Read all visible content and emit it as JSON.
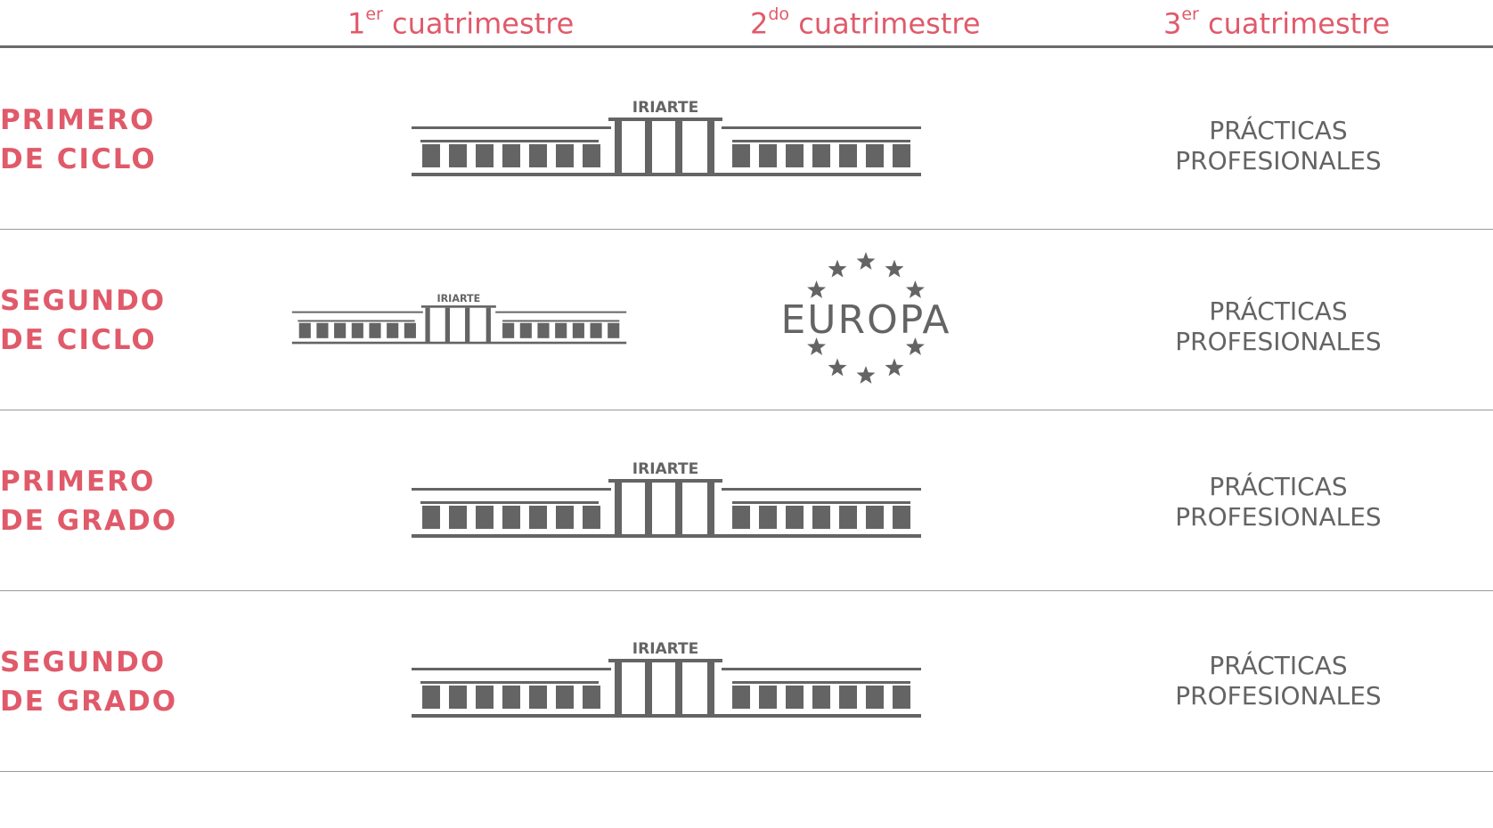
{
  "colors": {
    "accent": "#e05a6a",
    "icon": "#646464",
    "heavy_rule": "#6b6b6b",
    "light_rule": "#9a9a9a"
  },
  "header": {
    "columns": [
      {
        "num": "1",
        "sup": "er",
        "label": " cuatrimestre"
      },
      {
        "num": "2",
        "sup": "do",
        "label": " cuatrimestre"
      },
      {
        "num": "3",
        "sup": "er",
        "label": " cuatrimestre"
      }
    ]
  },
  "rows": [
    {
      "label_line1": "PRIMERO",
      "label_line2": "DE CICLO",
      "building_label": "IRIARTE",
      "third_line1": "PRÁCTICAS",
      "third_line2": "PROFESIONALES"
    },
    {
      "label_line1": "SEGUNDO",
      "label_line2": "DE CICLO",
      "building_label": "IRIARTE",
      "europa_label": "EUROPA",
      "third_line1": "PRÁCTICAS",
      "third_line2": "PROFESIONALES"
    },
    {
      "label_line1": "PRIMERO",
      "label_line2": "DE GRADO",
      "building_label": "IRIARTE",
      "third_line1": "PRÁCTICAS",
      "third_line2": "PROFESIONALES"
    },
    {
      "label_line1": "SEGUNDO",
      "label_line2": "DE GRADO",
      "building_label": "IRIARTE",
      "third_line1": "PRÁCTICAS",
      "third_line2": "PROFESIONALES"
    }
  ]
}
